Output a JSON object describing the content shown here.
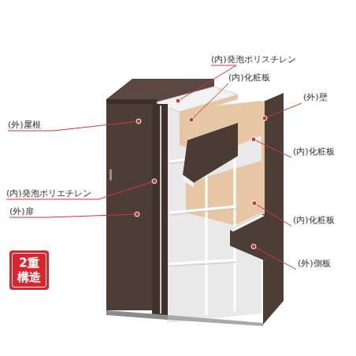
{
  "diagram": {
    "nodes": [
      {
        "text": [
          "2重 構造"
        ]
      }
    ],
    "labels": [
      "(内)発泡ポリスチレン",
      "(内)化粧板",
      "(外)壁",
      "(外)屋根",
      "(内)化粧板",
      "(内)発泡ポリエチレン",
      "(内)化粧板",
      "(外)扉",
      "(外)側板"
    ]
  }
}
